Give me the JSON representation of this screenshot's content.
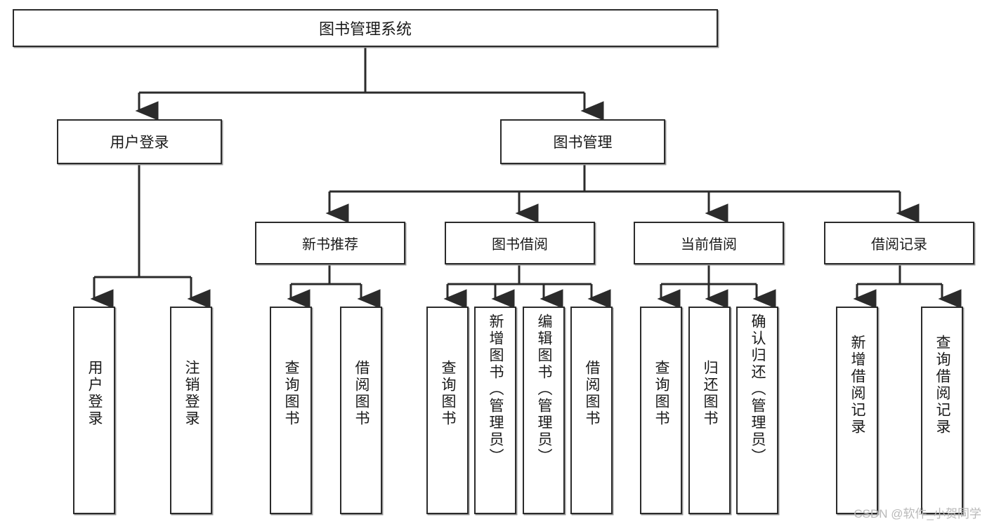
{
  "diagram": {
    "title": "图书管理系统",
    "type": "functional-decomposition-tree",
    "watermark": "CSDN @软件_小贺同学",
    "colors": {
      "box_border": "#2b2b2b",
      "box_fill": "#ffffff",
      "connector": "#2b2b2b",
      "shadow": "#9a9a9a",
      "watermark": "#b9b9b9",
      "background": "#ffffff"
    },
    "root": {
      "label": "图书管理系统"
    },
    "level2": [
      {
        "id": "user-login",
        "label": "用户登录"
      },
      {
        "id": "book-management",
        "label": "图书管理"
      }
    ],
    "level3": [
      {
        "id": "new-book-recommend",
        "label": "新书推荐",
        "parent": "book-management"
      },
      {
        "id": "book-borrow",
        "label": "图书借阅",
        "parent": "book-management"
      },
      {
        "id": "current-borrow",
        "label": "当前借阅",
        "parent": "book-management"
      },
      {
        "id": "borrow-record",
        "label": "借阅记录",
        "parent": "book-management"
      }
    ],
    "leaves": {
      "user-login": [
        {
          "id": "leaf-user-login",
          "label": "用户登录"
        },
        {
          "id": "leaf-user-logout",
          "label": "注销登录"
        }
      ],
      "new-book-recommend": [
        {
          "id": "leaf-query-book-1",
          "label": "查询图书"
        },
        {
          "id": "leaf-borrow-book-1",
          "label": "借阅图书"
        }
      ],
      "book-borrow": [
        {
          "id": "leaf-query-book-2",
          "label": "查询图书"
        },
        {
          "id": "leaf-add-book",
          "label": "新增图书（管理员）"
        },
        {
          "id": "leaf-edit-book",
          "label": "编辑图书（管理员）"
        },
        {
          "id": "leaf-borrow-book-2",
          "label": "借阅图书"
        }
      ],
      "current-borrow": [
        {
          "id": "leaf-query-book-3",
          "label": "查询图书"
        },
        {
          "id": "leaf-return-book",
          "label": "归还图书"
        },
        {
          "id": "leaf-confirm-return",
          "label": "确认归还（管理员）"
        }
      ],
      "borrow-record": [
        {
          "id": "leaf-add-record",
          "label": "新增借阅记录"
        },
        {
          "id": "leaf-query-record",
          "label": "查询借阅记录"
        }
      ]
    }
  }
}
